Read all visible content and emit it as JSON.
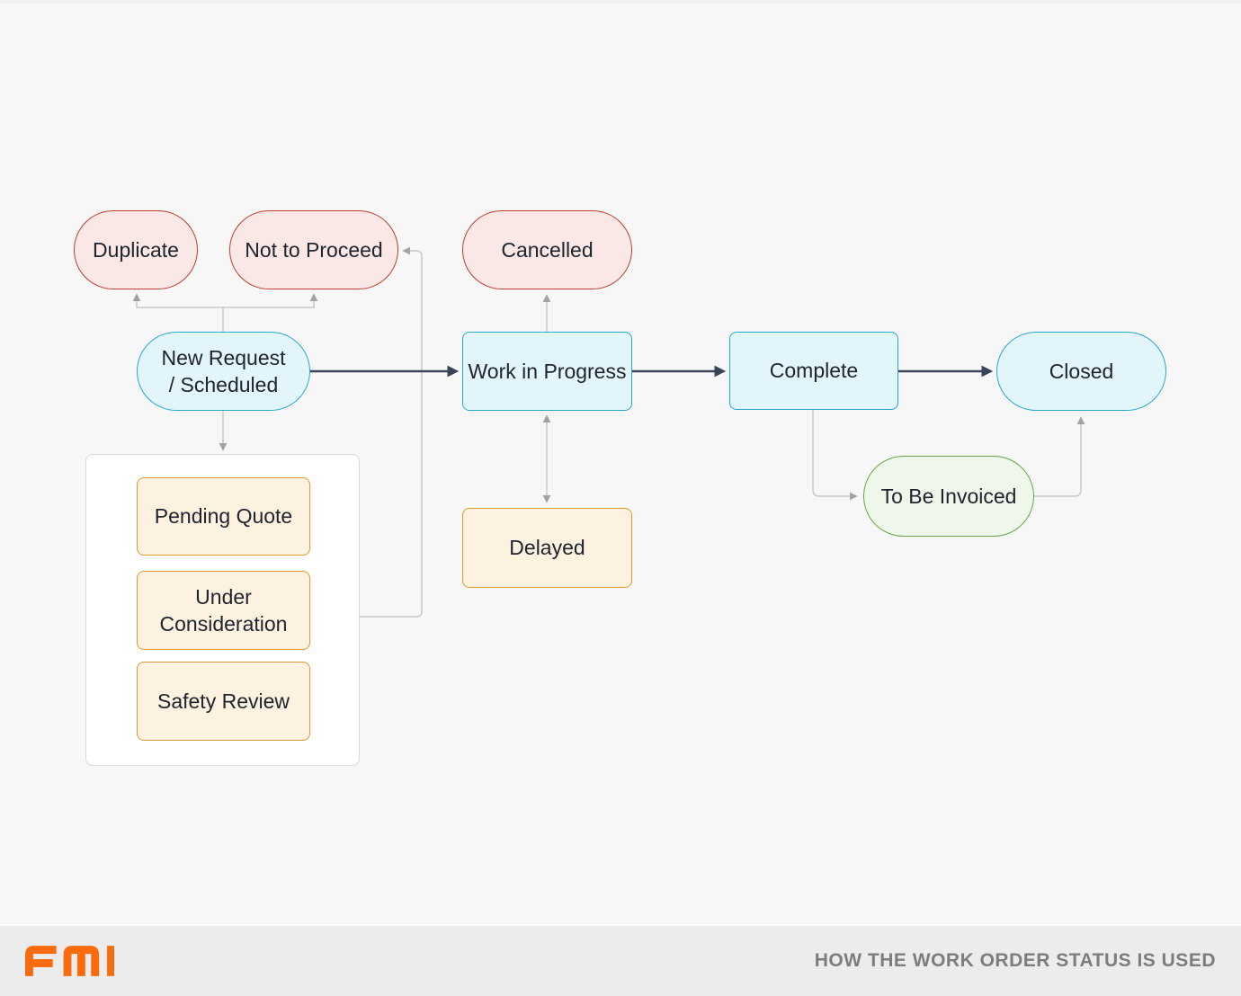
{
  "footer": {
    "logo_text": "FMI",
    "title": "HOW THE WORK ORDER STATUS IS USED"
  },
  "nodes": {
    "duplicate": {
      "label": "Duplicate",
      "shape": "pill",
      "color_role": "rejected"
    },
    "not_to_proceed": {
      "label": "Not to Proceed",
      "shape": "pill",
      "color_role": "rejected"
    },
    "cancelled": {
      "label": "Cancelled",
      "shape": "pill",
      "color_role": "rejected"
    },
    "new_request": {
      "label": "New Request / Scheduled",
      "shape": "pill",
      "color_role": "active"
    },
    "work_in_progress": {
      "label": "Work in Progress",
      "shape": "rect",
      "color_role": "active"
    },
    "complete": {
      "label": "Complete",
      "shape": "rect",
      "color_role": "active"
    },
    "closed": {
      "label": "Closed",
      "shape": "pill",
      "color_role": "active"
    },
    "pending_quote": {
      "label": "Pending Quote",
      "shape": "rect",
      "color_role": "hold"
    },
    "under_consideration": {
      "label": "Under Consideration",
      "shape": "rect",
      "color_role": "hold"
    },
    "safety_review": {
      "label": "Safety Review",
      "shape": "rect",
      "color_role": "hold"
    },
    "delayed": {
      "label": "Delayed",
      "shape": "rect",
      "color_role": "hold"
    },
    "to_be_invoiced": {
      "label": "To Be Invoiced",
      "shape": "pill",
      "color_role": "invoicing"
    }
  },
  "edges": [
    {
      "from": "new_request",
      "to": "duplicate",
      "style": "gray"
    },
    {
      "from": "new_request",
      "to": "not_to_proceed",
      "style": "gray"
    },
    {
      "from": "new_request",
      "to": "quote_group",
      "style": "gray"
    },
    {
      "from": "new_request",
      "to": "work_in_progress",
      "style": "dark"
    },
    {
      "from": "work_in_progress",
      "to": "cancelled",
      "style": "gray"
    },
    {
      "from": "work_in_progress",
      "to": "delayed",
      "style": "gray",
      "bidirectional": true
    },
    {
      "from": "work_in_progress",
      "to": "complete",
      "style": "dark"
    },
    {
      "from": "complete",
      "to": "closed",
      "style": "dark"
    },
    {
      "from": "complete",
      "to": "to_be_invoiced",
      "style": "gray"
    },
    {
      "from": "to_be_invoiced",
      "to": "closed",
      "style": "gray"
    },
    {
      "from": "quote_group",
      "to": "not_to_proceed",
      "style": "gray"
    },
    {
      "from": "pending_quote",
      "to": "safety_review",
      "style": "gray",
      "bidirectional": true
    },
    {
      "from": "quote_group_loop",
      "to": "pending_quote",
      "style": "gray"
    },
    {
      "from": "quote_group_loop",
      "to": "under_consideration",
      "style": "gray"
    },
    {
      "from": "quote_group_loop",
      "to": "safety_review",
      "style": "gray"
    }
  ],
  "colors": {
    "background": "#F7F7F8",
    "footer_background": "#ECECEC",
    "rejected_fill": "#FAE8E6",
    "rejected_border": "#BE3E2E",
    "active_fill": "#E2F5FB",
    "active_border": "#27A8CE",
    "hold_fill": "#FCF2DF",
    "hold_border": "#DE9A2E",
    "invoicing_fill": "#EFF6EA",
    "invoicing_border": "#67A54B",
    "gray_connector": "#C9C9C9",
    "dark_connector": "#3A4458",
    "logo_orange": "#FB6A0D",
    "node_text": "#20242E",
    "footer_text": "#7D7D7D"
  }
}
